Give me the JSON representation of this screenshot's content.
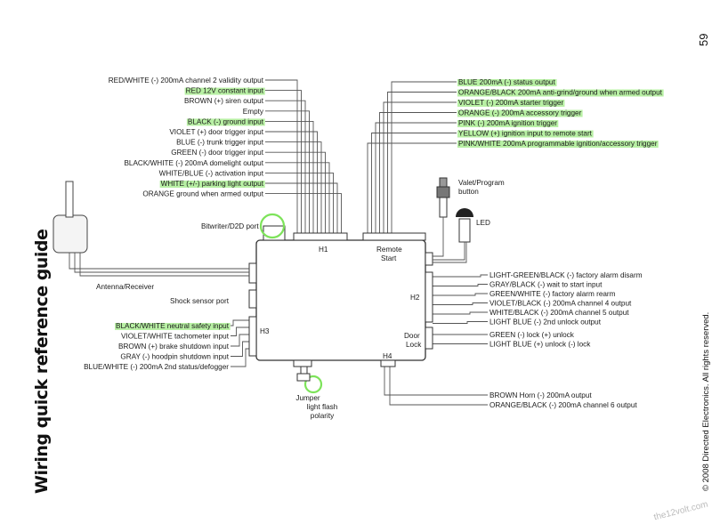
{
  "title": "Wiring quick reference guide",
  "page_number": "59",
  "copyright": "© 2008 Directed Electronics. All rights reserved.",
  "watermark": "the12volt.com",
  "colors": {
    "highlight": "#7de35a",
    "wire": "#555555"
  },
  "h1_wires": [
    {
      "text": "RED/WHITE (-) 200mA channel 2 validity output",
      "hl": false
    },
    {
      "text": "RED 12V constant input",
      "hl": true
    },
    {
      "text": "BROWN  (+) siren output",
      "hl": false
    },
    {
      "text": "Empty",
      "hl": false
    },
    {
      "text": "BLACK (-) ground input",
      "hl": true
    },
    {
      "text": "VIOLET (+) door trigger input",
      "hl": false
    },
    {
      "text": "BLUE (-) trunk trigger input",
      "hl": false
    },
    {
      "text": "GREEN (-) door trigger input",
      "hl": false
    },
    {
      "text": "BLACK/WHITE (-) 200mA domelight output",
      "hl": false
    },
    {
      "text": "WHITE/BLUE (-) activation input",
      "hl": false
    },
    {
      "text": "WHITE (+/-) parking light output",
      "hl": true
    },
    {
      "text": "ORANGE ground when armed output",
      "hl": false
    }
  ],
  "right_top_wires": [
    {
      "text": "BLUE 200mA (-) status output",
      "hl": true
    },
    {
      "text": "ORANGE/BLACK 200mA anti-grind/ground when armed output",
      "hl": true
    },
    {
      "text": "VIOLET (-) 200mA starter trigger",
      "hl": true
    },
    {
      "text": "ORANGE (-) 200mA accessory trigger",
      "hl": true
    },
    {
      "text": "PINK (-) 200mA ignition trigger",
      "hl": true
    },
    {
      "text": "YELLOW (+) ignition input to remote start",
      "hl": true
    },
    {
      "text": "PINK/WHITE 200mA programmable ignition/accessory trigger",
      "hl": true
    }
  ],
  "valet_label": [
    "Valet/Program",
    "button"
  ],
  "led_label": "LED",
  "bitwriter_label": "Bitwriter/D2D port",
  "antenna_label": "Antenna/Receiver",
  "shock_label": "Shock sensor port",
  "box_labels": {
    "h1": "H1",
    "h2": "H2",
    "h3": "H3",
    "h4": "H4",
    "remote": "Remote",
    "start": "Start",
    "door": "Door",
    "lock": "Lock"
  },
  "h2_wires": [
    {
      "text": "LIGHT-GREEN/BLACK (-) factory alarm disarm",
      "hl": false
    },
    {
      "text": "GRAY/BLACK (-) wait to start input",
      "hl": false
    },
    {
      "text": "GREEN/WHITE (-) factory alarm rearm",
      "hl": false
    },
    {
      "text": "VIOLET/BLACK (-) 200mA channel 4 output",
      "hl": false
    },
    {
      "text": "WHITE/BLACK (-) 200mA channel 5 output",
      "hl": false
    },
    {
      "text": "LIGHT BLUE (-) 2nd unlock output",
      "hl": false
    }
  ],
  "door_lock_wires": [
    {
      "text": "GREEN (-) lock (+) unlock",
      "hl": false
    },
    {
      "text": "LIGHT BLUE (+) unlock (-) lock",
      "hl": false
    }
  ],
  "h3_wires": [
    {
      "text": "BLACK/WHITE neutral safety input",
      "hl": true
    },
    {
      "text": "VIOLET/WHITE tachometer input",
      "hl": false
    },
    {
      "text": "BROWN (+) brake shutdown input",
      "hl": false
    },
    {
      "text": "GRAY (-) hoodpin shutdown input",
      "hl": false
    },
    {
      "text": "BLUE/WHITE (-) 200mA 2nd status/defogger",
      "hl": false
    }
  ],
  "h4_wires": [
    {
      "text": "BROWN Horn (-) 200mA output",
      "hl": false
    },
    {
      "text": "ORANGE/BLACK (-) 200mA channel 6 output",
      "hl": false
    }
  ],
  "jumper_label": [
    "Jumper",
    "light flash",
    "polarity"
  ]
}
